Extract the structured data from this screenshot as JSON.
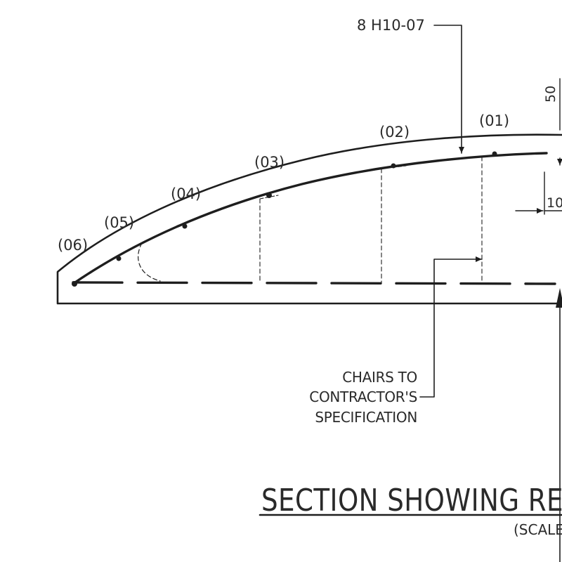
{
  "bar_callout": "8 H10-07",
  "bar_marks": [
    "(01)",
    "(02)",
    "(03)",
    "(04)",
    "(05)",
    "(06)"
  ],
  "dimensions": {
    "top_cover": "50",
    "side_cover": "10"
  },
  "chairs_note": [
    "CHAIRS TO",
    "CONTRACTOR'S",
    "SPECIFICATION"
  ],
  "title": "SECTION SHOWING RE",
  "scale_note": "(SCALE"
}
